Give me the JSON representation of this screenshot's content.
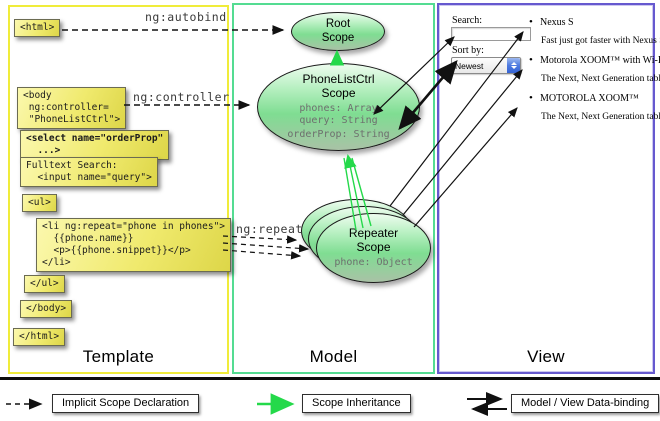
{
  "colors": {
    "template_border": "#f0ec3a",
    "model_border": "#54dc92",
    "view_border": "#6659cf",
    "code_box_fill": "#f0ea6e",
    "scope_fill": "#7fdd92",
    "inheritance_arrow": "#24d94a",
    "arrow_black": "#111111"
  },
  "template_panel": {
    "label": "Template",
    "labels": {
      "autobind": "ng:autobind",
      "controller": "ng:controller",
      "repeat": "ng:repeat"
    },
    "boxes": {
      "html_open": "<html>",
      "body_open": "<body\n ng:controller=\n \"PhoneListCtrl\">",
      "select": "<select name=\"orderProp\"\n  ...>",
      "fulltext": "Fulltext Search:\n  <input name=\"query\">",
      "ul_open": "<ul>",
      "li_repeat": "<li ng:repeat=\"phone in phones\">\n  {{phone.name}}\n  <p>{{phone.snippet}}</p>\n</li>",
      "ul_close": "</ul>",
      "body_close": "</body>",
      "html_close": "</html>"
    }
  },
  "model_panel": {
    "label": "Model",
    "root_scope": {
      "title": "Root Scope"
    },
    "phonelist_scope": {
      "title": "PhoneListCtrl Scope",
      "props": "phones: Array\nquery: String",
      "bold_prop": "orderProp: String"
    },
    "repeater_scope": {
      "title": "Repeater Scope",
      "prop": "phone: Object"
    }
  },
  "view_panel": {
    "label": "View",
    "search_label": "Search:",
    "search_value": "",
    "sort_label": "Sort by:",
    "sort_value": "Newest",
    "phones": [
      {
        "name": "Nexus S",
        "snippet": "Fast just got faster with Nexus S."
      },
      {
        "name": "Motorola XOOM™ with Wi-Fi",
        "snippet": "The Next, Next Generation tablet."
      },
      {
        "name": "MOTOROLA XOOM™",
        "snippet": "The Next, Next Generation tablet."
      }
    ]
  },
  "legend": {
    "implicit": "Implicit Scope Declaration",
    "inheritance": "Scope Inheritance",
    "databinding": "Model / View Data-binding"
  }
}
